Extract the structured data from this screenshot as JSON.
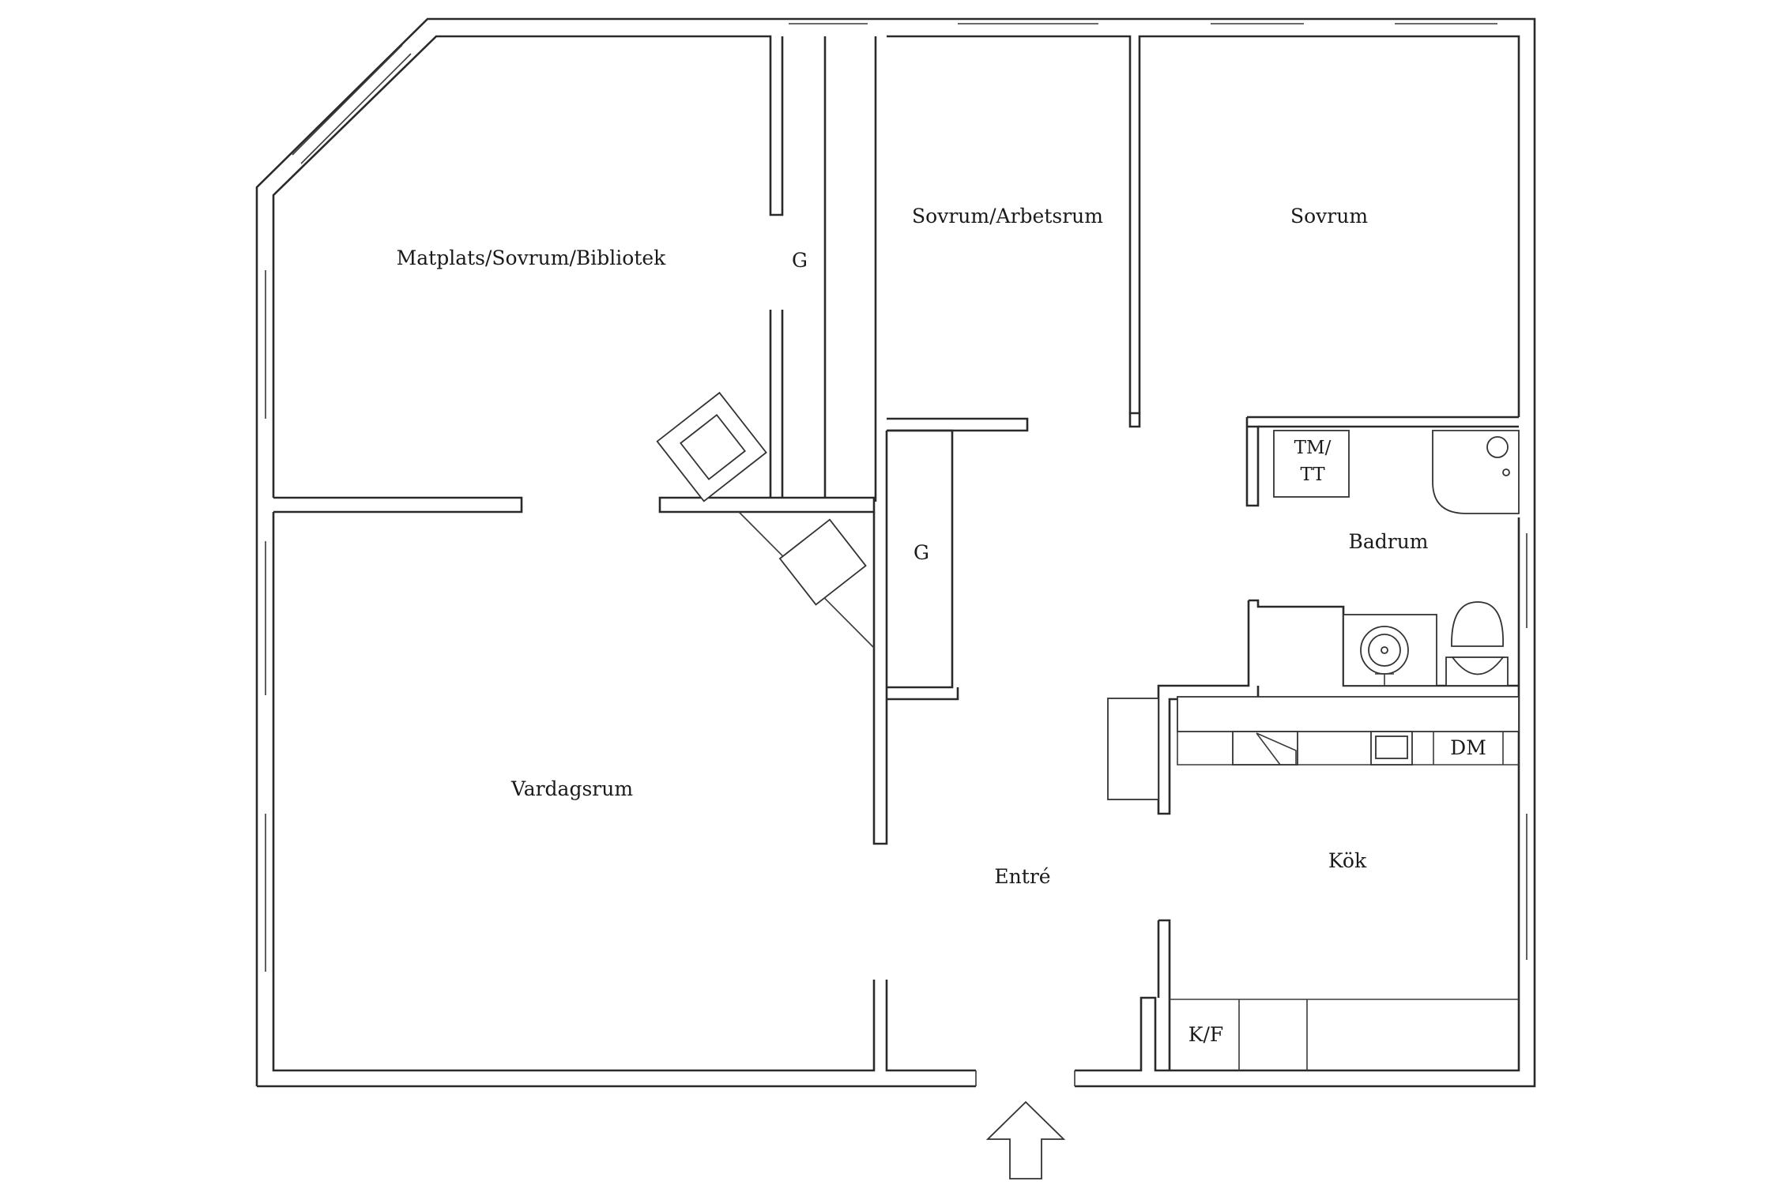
{
  "rooms": {
    "matplats": "Matplats/Sovrum/Bibliotek",
    "garderob_1": "G",
    "sovrum_arbetsrum": "Sovrum/Arbetsrum",
    "sovrum": "Sovrum",
    "garderob_2": "G",
    "tm_tt_line1": "TM/",
    "tm_tt_line2": "TT",
    "badrum": "Badrum",
    "dm": "DM",
    "vardagsrum": "Vardagsrum",
    "entre": "Entré",
    "kok": "Kök",
    "kf": "K/F"
  }
}
